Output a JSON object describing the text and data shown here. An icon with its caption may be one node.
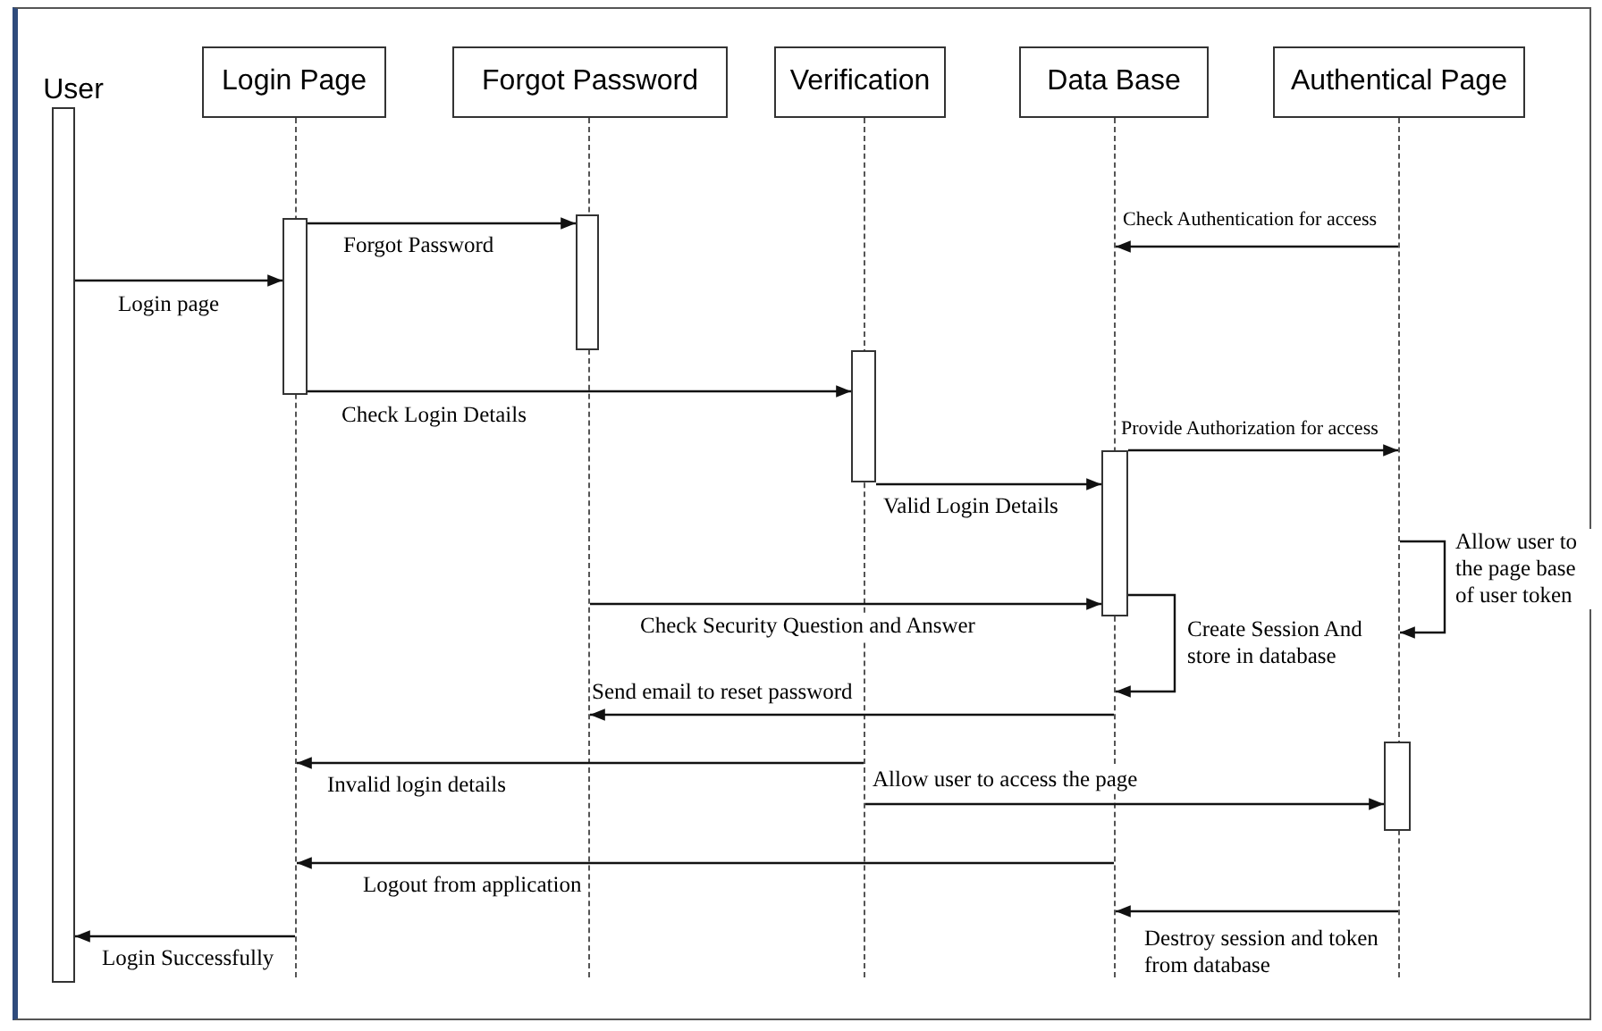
{
  "diagram": {
    "nodes": [
      {
        "text": [
          "User"
        ]
      },
      {
        "text": [
          "Login Page"
        ]
      },
      {
        "text": [
          "Forgot Password"
        ]
      },
      {
        "text": [
          "Verification"
        ]
      },
      {
        "text": [
          "Data Base"
        ]
      },
      {
        "text": [
          "Authentical Page"
        ]
      },
      {
        "text": [],
        "shape": "bar"
      },
      {
        "text": [],
        "shape": "bar"
      },
      {
        "text": [],
        "shape": "bar"
      },
      {
        "text": [],
        "shape": "bar"
      },
      {
        "text": [],
        "shape": "bar"
      },
      {
        "text": [],
        "shape": "bar"
      },
      {
        "text": [],
        "shape": "line"
      },
      {
        "text": [],
        "shape": "line"
      },
      {
        "text": [],
        "shape": "line"
      },
      {
        "text": [],
        "shape": "line"
      },
      {
        "text": [],
        "shape": "line"
      }
    ],
    "edges": [
      {
        "from": 6,
        "to": 7,
        "arrow": "to",
        "label": "Login page"
      },
      {
        "from": 7,
        "to": 8,
        "arrow": "to",
        "label": "Forgot Password"
      },
      {
        "from": 7,
        "to": 9,
        "arrow": "to",
        "label": "Check Login Details"
      },
      {
        "from": 16,
        "to": 15,
        "arrow": "to",
        "label": "Check Authentication for access"
      },
      {
        "from": 9,
        "to": 10,
        "arrow": "to",
        "label": "Valid Login Details"
      },
      {
        "from": 10,
        "to": 16,
        "arrow": "to",
        "label": "Provide Authorization for access"
      },
      {
        "from": 13,
        "to": 10,
        "arrow": "to",
        "label": "Check Security Question and Answer"
      },
      {
        "from": 10,
        "to": 15,
        "arrow": "to",
        "label": "Create Session And store in database"
      },
      {
        "from": 16,
        "to": 16,
        "arrow": "to",
        "label": "Allow user to the page base of user token"
      },
      {
        "from": 15,
        "to": 13,
        "arrow": "to",
        "label": "Send email to reset password"
      },
      {
        "from": 14,
        "to": 12,
        "arrow": "to",
        "label": "Invalid login details"
      },
      {
        "from": 14,
        "to": 11,
        "arrow": "to",
        "label": "Allow user to access the page"
      },
      {
        "from": 15,
        "to": 12,
        "arrow": "to",
        "label": "Logout from application"
      },
      {
        "from": 12,
        "to": 6,
        "arrow": "to",
        "label": "Login Successfully"
      },
      {
        "from": 16,
        "to": 15,
        "arrow": "to",
        "label": "Destroy session and token from database"
      }
    ]
  }
}
